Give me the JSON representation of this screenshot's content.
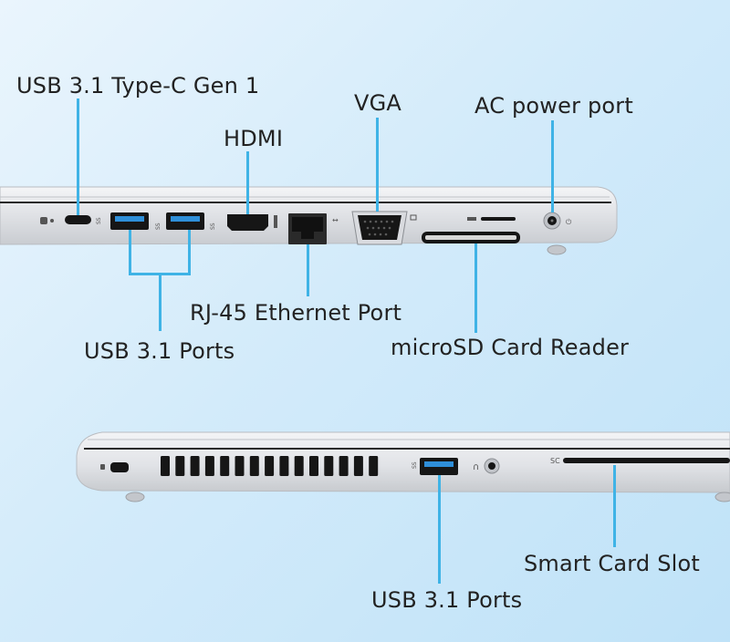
{
  "labels": {
    "usb_c": "USB 3.1 Type-C Gen 1",
    "hdmi": "HDMI",
    "vga": "VGA",
    "ac_power": "AC power port",
    "rj45": "RJ-45 Ethernet Port",
    "usb_ports_left": "USB 3.1 Ports",
    "microsd": "microSD Card Reader",
    "smart_card": "Smart Card Slot",
    "usb_ports_right": "USB 3.1 Ports"
  },
  "port_marks": {
    "sc": "SC"
  },
  "colors": {
    "callout_line": "#3fb3e6",
    "chassis": "#e4e6ea",
    "port_black": "#161616",
    "text": "#222222"
  }
}
